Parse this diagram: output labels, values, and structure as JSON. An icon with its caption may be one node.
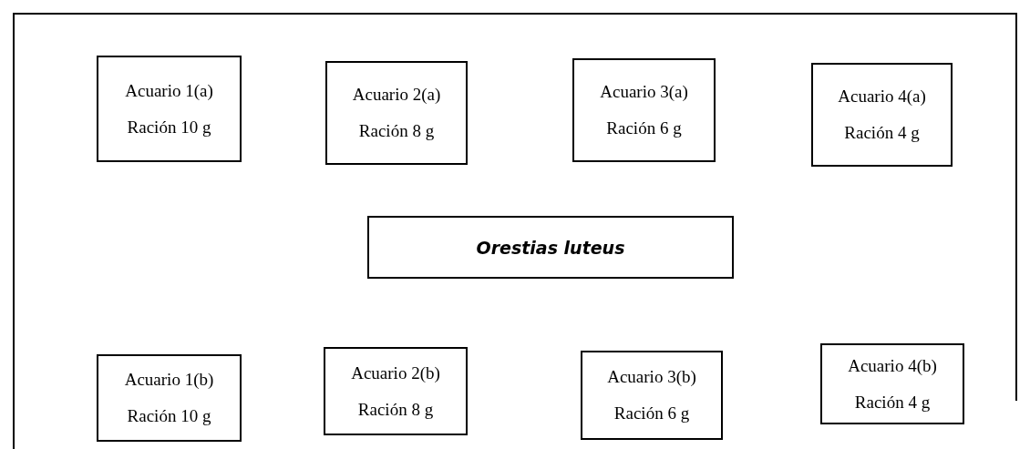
{
  "diagram": {
    "nodes": [
      {
        "text": [
          "Acuario 1(a)",
          "Ración 10 g"
        ]
      },
      {
        "text": [
          "Acuario 2(a)",
          "Ración 8 g"
        ]
      },
      {
        "text": [
          "Acuario 3(a)",
          "Ración 6 g"
        ]
      },
      {
        "text": [
          "Acuario 4(a)",
          "Ración 4 g"
        ]
      },
      {
        "text": [
          "Orestias luteus"
        ]
      },
      {
        "text": [
          "Acuario 1(b)",
          "Ración 10 g"
        ]
      },
      {
        "text": [
          "Acuario 2(b)",
          "Ración 8 g"
        ]
      },
      {
        "text": [
          "Acuario 3(b)",
          "Ración 6 g"
        ]
      },
      {
        "text": [
          "Acuario 4(b)",
          "Ración 4 g"
        ]
      }
    ]
  }
}
